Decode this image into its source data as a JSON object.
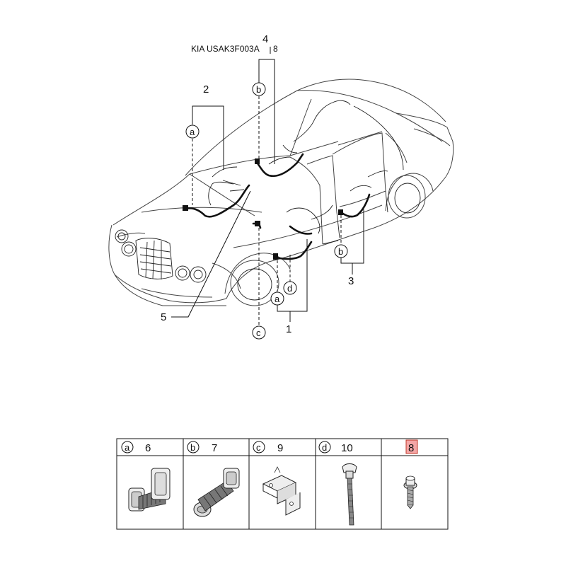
{
  "diagram": {
    "code": "KIA USAK3F003A",
    "callouts": [
      {
        "id": "1",
        "text": "1"
      },
      {
        "id": "2",
        "text": "2"
      },
      {
        "id": "3",
        "text": "3"
      },
      {
        "id": "4",
        "text": "4"
      },
      {
        "id": "5",
        "text": "5"
      },
      {
        "id": "8",
        "text": "8"
      }
    ],
    "circle_letters": {
      "a_left": "a",
      "a_bottom": "a",
      "b_top": "b",
      "b_right": "b",
      "c_bottom": "c",
      "d_bottom": "d"
    }
  },
  "parts_table": {
    "cells": [
      {
        "letter": "a",
        "part": "6",
        "highlighted": false,
        "icon": "grommet-a-icon"
      },
      {
        "letter": "b",
        "part": "7",
        "highlighted": false,
        "icon": "grommet-b-icon"
      },
      {
        "letter": "c",
        "part": "9",
        "highlighted": false,
        "icon": "bracket-icon"
      },
      {
        "letter": "d",
        "part": "10",
        "highlighted": false,
        "icon": "cable-tie-icon"
      },
      {
        "letter": "",
        "part": "8",
        "highlighted": true,
        "icon": "bolt-icon"
      }
    ],
    "highlight_color": "#f4a6a6"
  }
}
